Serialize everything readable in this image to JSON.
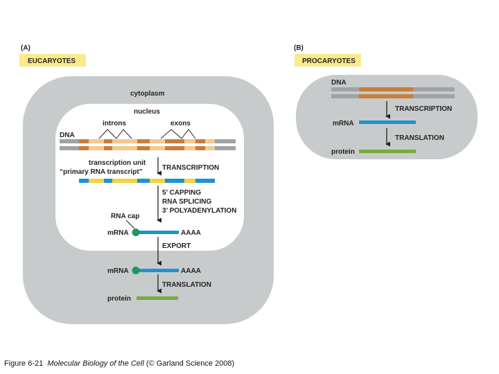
{
  "panel_a": {
    "letter": "(A)",
    "title": "EUCARYOTES",
    "cytoplasm": "cytoplasm",
    "nucleus": "nucleus",
    "introns": "introns",
    "exons": "exons",
    "dna": "DNA",
    "transcription_unit": "transcription unit",
    "primary_transcript": "“primary RNA transcript”",
    "transcription": "TRANSCRIPTION",
    "capping": "5’ CAPPING",
    "splicing": "RNA SPLICING",
    "polyadenylation": "3’ POLYADENYLATION",
    "rna_cap": "RNA cap",
    "mrna_nucleus": "mRNA",
    "polya_nucleus": "AAAA",
    "export": "EXPORT",
    "mrna_cytoplasm": "mRNA",
    "polya_cytoplasm": "AAAA",
    "translation": "TRANSLATION",
    "protein": "protein"
  },
  "panel_b": {
    "letter": "(B)",
    "title": "PROCARYOTES",
    "dna": "DNA",
    "transcription": "TRANSCRIPTION",
    "mrna": "mRNA",
    "translation": "TRANSLATION",
    "protein": "protein"
  },
  "caption": {
    "figure": "Figure 6-21",
    "book": "Molecular Biology of the Cell",
    "credit": "(© Garland Science 2008)"
  },
  "colors": {
    "title_bar": "#fbe98a",
    "cell": "#c8cbcc",
    "nucleus": "#ffffff",
    "dna_gray": "#9ea3a6",
    "exon": "#c67f3c",
    "intron": "#f2c98f",
    "mrna": "#1c93d1",
    "intron_rna": "#f5d23a",
    "cap": "#1a9a62",
    "protein": "#74ac3f"
  }
}
